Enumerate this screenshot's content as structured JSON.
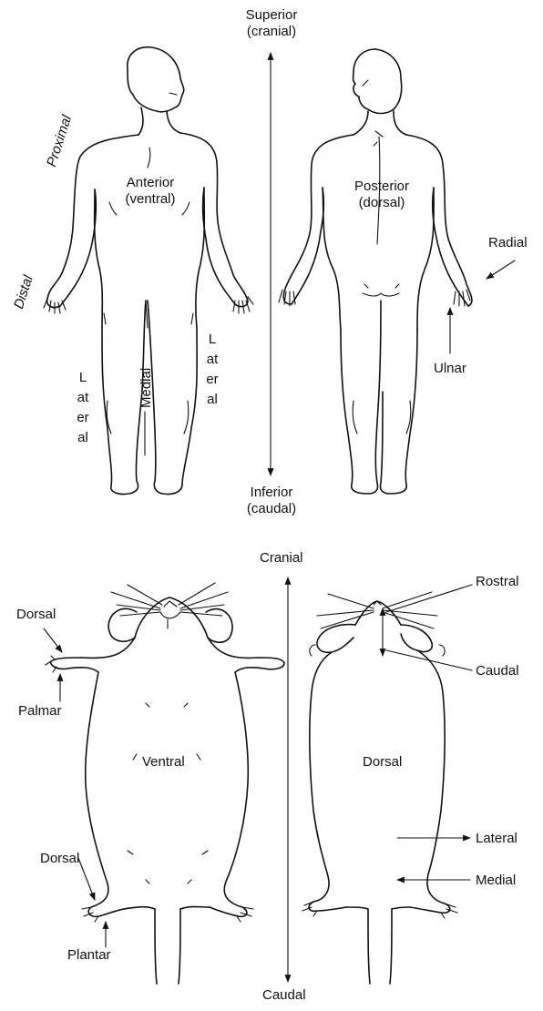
{
  "human": {
    "superior": [
      "Superior",
      "(cranial)"
    ],
    "inferior": [
      "Inferior",
      "(caudal)"
    ],
    "proximal": "Proximal",
    "distal": "Distal",
    "anterior": [
      "Anterior",
      "(ventral)"
    ],
    "posterior": [
      "Posterior",
      "(dorsal)"
    ],
    "medial": "Medial",
    "lateral_left": "Lateral",
    "lateral_right": "Lateral",
    "radial": "Radial",
    "ulnar": "Ulnar"
  },
  "mouse": {
    "cranial": "Cranial",
    "caudal_bottom": "Caudal",
    "rostral": "Rostral",
    "caudal_right": "Caudal",
    "dorsal_forepaw": "Dorsal",
    "palmar": "Palmar",
    "ventral": "Ventral",
    "dorsal_body": "Dorsal",
    "dorsal_hindpaw": "Dorsal",
    "plantar": "Plantar",
    "lateral": "Lateral",
    "medial": "Medial"
  }
}
